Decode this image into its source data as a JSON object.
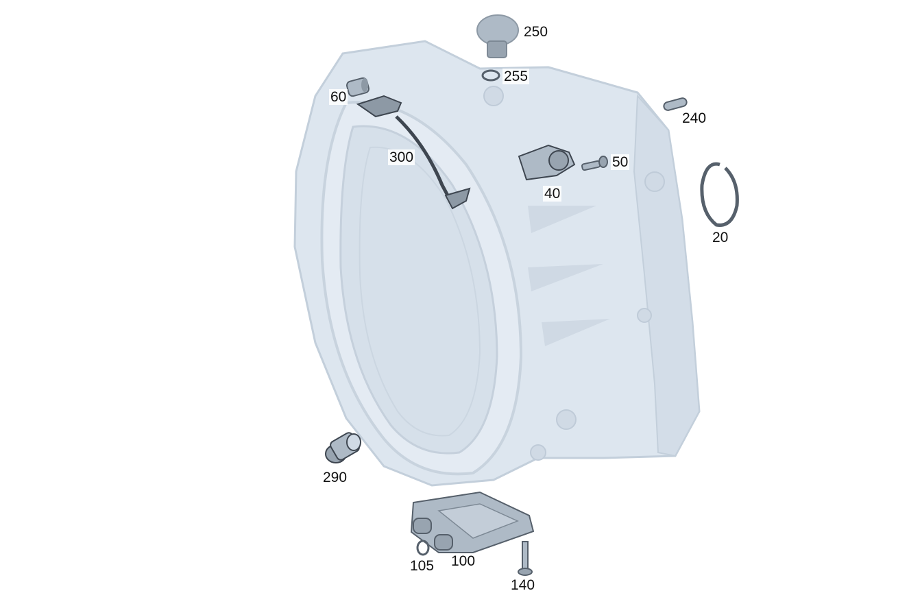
{
  "colors": {
    "housing": "#dde6ef",
    "housing_edge": "#c3cfdb",
    "part": "#aebac6",
    "part_dark": "#56606b",
    "callout_text": "#111111"
  },
  "callouts": {
    "c250": "250",
    "c255": "255",
    "c60": "60",
    "c240": "240",
    "c300": "300",
    "c50": "50",
    "c40": "40",
    "c20": "20",
    "c290": "290",
    "c105": "105",
    "c100": "100",
    "c140": "140"
  }
}
